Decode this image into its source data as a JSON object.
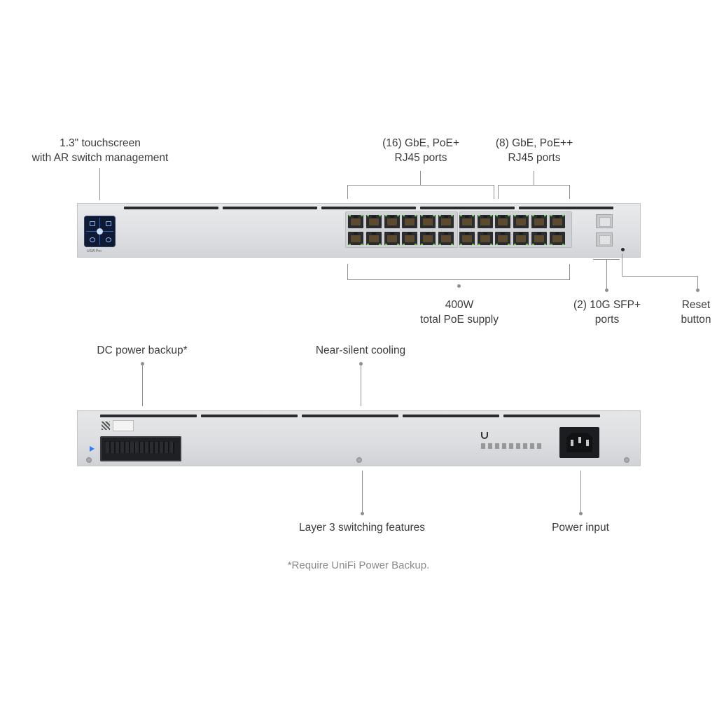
{
  "labels": {
    "touchscreen": [
      "1.3\" touchscreen",
      "with AR switch management"
    ],
    "gbe_poe_plus": [
      "(16) GbE, PoE+",
      "RJ45 ports"
    ],
    "gbe_poe_plusplus": [
      "(8) GbE, PoE++",
      "RJ45 ports"
    ],
    "poe_supply": [
      "400W",
      "total PoE supply"
    ],
    "sfp": [
      "(2) 10G SFP+",
      "ports"
    ],
    "reset": [
      "Reset",
      "button"
    ],
    "dc_backup": "DC power backup*",
    "cooling": "Near-silent cooling",
    "layer3": "Layer 3 switching features",
    "power_input": "Power input"
  },
  "footnote": "*Require UniFi Power Backup.",
  "device": {
    "model_label": "USW Pro",
    "rj45_port_count": 24,
    "sfp_port_count": 2
  },
  "colors": {
    "chassis": "#dfe0e3",
    "touchscreen": "#0f1b33",
    "port_led": "#5ecf3a",
    "dc_indicator": "#2f7df0"
  }
}
